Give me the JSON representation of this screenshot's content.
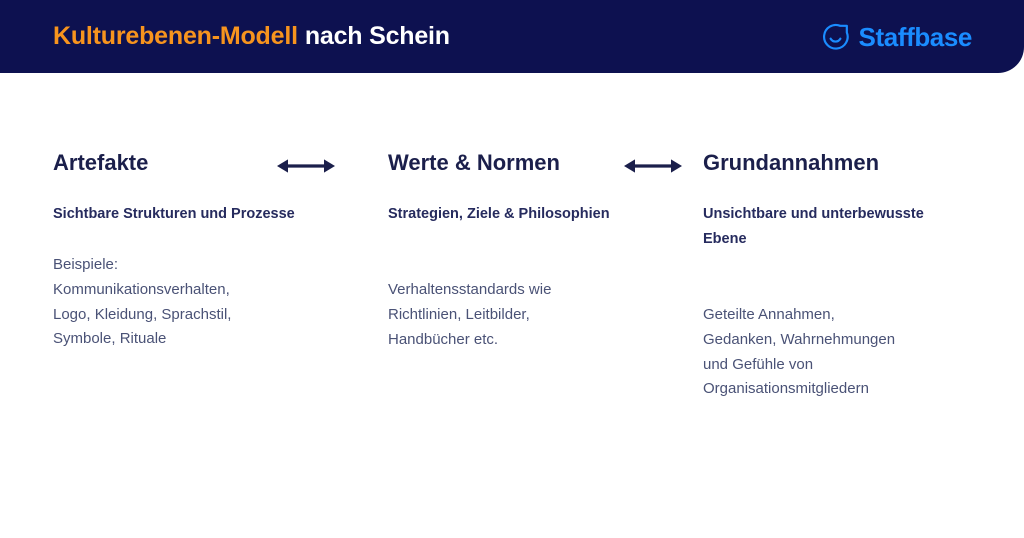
{
  "header": {
    "title_accent": "Kulturebenen-Modell",
    "title_rest": "nach Schein",
    "accent_color": "#F7941E",
    "background_color": "#0D1150",
    "brand": {
      "name": "Staffbase",
      "icon": "staffbase-smiley-icon",
      "color": "#1A8CFF"
    }
  },
  "columns": [
    {
      "title": "Artefakte",
      "subtitle": "Sichtbare Strukturen\nund Prozesse",
      "body": "Beispiele:\nKommunikationsverhalten,\nLogo, Kleidung, Sprachstil,\nSymbole, Rituale"
    },
    {
      "title": "Werte & Normen",
      "subtitle": "Strategien, Ziele &\nPhilosophien",
      "body": "Verhaltensstandards wie\nRichtlinien, Leitbilder,\nHandbücher etc."
    },
    {
      "title": "Grundannahmen",
      "subtitle": "Unsichtbare und\nunterbewusste Ebene",
      "body": "Geteilte Annahmen,\nGedanken, Wahrnehmungen\nund Gefühle von\nOrganisationsmitgliedern"
    }
  ],
  "connectors": [
    {
      "icon": "double-arrow-horizontal-icon",
      "color": "#1B1F4B"
    },
    {
      "icon": "double-arrow-horizontal-icon",
      "color": "#1B1F4B"
    }
  ]
}
